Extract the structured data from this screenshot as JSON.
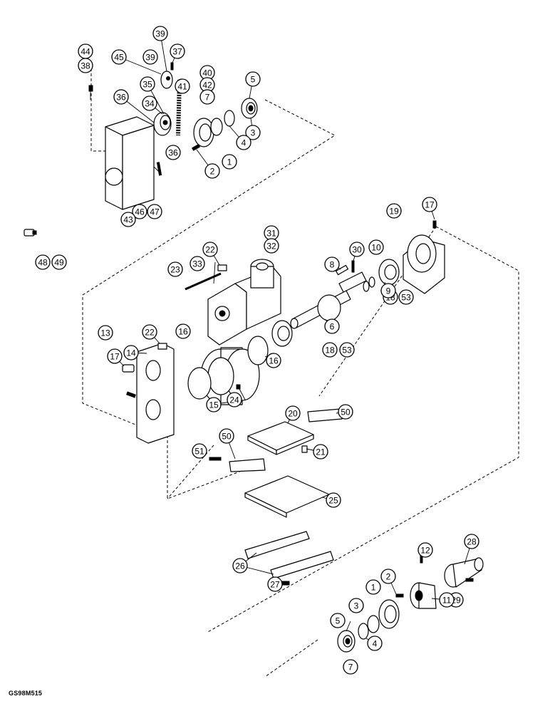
{
  "drawing": {
    "reference_code": "GS98M515"
  },
  "callouts": [
    {
      "label": "39"
    },
    {
      "label": "44"
    },
    {
      "label": "45"
    },
    {
      "label": "39"
    },
    {
      "label": "37"
    },
    {
      "label": "38"
    },
    {
      "label": "40"
    },
    {
      "label": "41"
    },
    {
      "label": "42"
    },
    {
      "label": "5"
    },
    {
      "label": "35"
    },
    {
      "label": "36"
    },
    {
      "label": "34"
    },
    {
      "label": "7"
    },
    {
      "label": "3"
    },
    {
      "label": "4"
    },
    {
      "label": "36"
    },
    {
      "label": "1"
    },
    {
      "label": "2"
    },
    {
      "label": "46"
    },
    {
      "label": "47"
    },
    {
      "label": "43"
    },
    {
      "label": "48"
    },
    {
      "label": "49"
    },
    {
      "label": "17"
    },
    {
      "label": "19"
    },
    {
      "label": "31"
    },
    {
      "label": "32"
    },
    {
      "label": "22"
    },
    {
      "label": "30"
    },
    {
      "label": "10"
    },
    {
      "label": "23"
    },
    {
      "label": "33"
    },
    {
      "label": "8"
    },
    {
      "label": "18"
    },
    {
      "label": "53"
    },
    {
      "label": "9"
    },
    {
      "label": "13"
    },
    {
      "label": "22"
    },
    {
      "label": "6"
    },
    {
      "label": "16"
    },
    {
      "label": "18"
    },
    {
      "label": "53"
    },
    {
      "label": "14"
    },
    {
      "label": "16"
    },
    {
      "label": "17"
    },
    {
      "label": "15"
    },
    {
      "label": "24"
    },
    {
      "label": "20"
    },
    {
      "label": "50"
    },
    {
      "label": "50"
    },
    {
      "label": "21"
    },
    {
      "label": "51"
    },
    {
      "label": "25"
    },
    {
      "label": "26"
    },
    {
      "label": "28"
    },
    {
      "label": "12"
    },
    {
      "label": "27"
    },
    {
      "label": "2"
    },
    {
      "label": "1"
    },
    {
      "label": "29"
    },
    {
      "label": "3"
    },
    {
      "label": "11"
    },
    {
      "label": "5"
    },
    {
      "label": "4"
    },
    {
      "label": "7"
    }
  ]
}
